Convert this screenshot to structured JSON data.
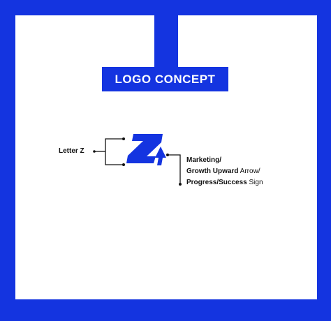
{
  "colors": {
    "brand_blue": "#1434e0",
    "background": "#ffffff",
    "text": "#111111"
  },
  "title": "LOGO CONCEPT",
  "annotations": {
    "left": {
      "bold": "Letter Z"
    },
    "right": {
      "line1_bold": "Marketing/",
      "line2_bold": "Growth Upward",
      "line2_regular": " Arrow/",
      "line3_bold": "Progress/Success",
      "line3_regular": " Sign"
    }
  },
  "logo": {
    "icon": "z-arrow-logo-icon"
  }
}
